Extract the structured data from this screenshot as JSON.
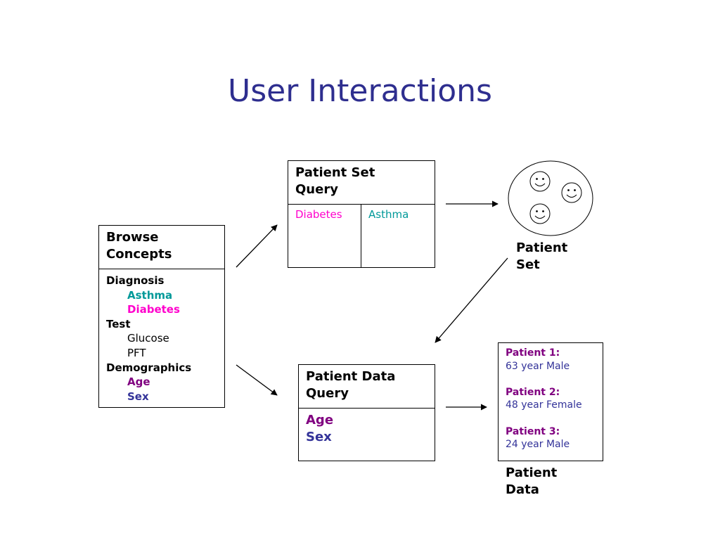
{
  "title": "User Interactions",
  "colors": {
    "title": "#2e2e8f",
    "asthma": "#009999",
    "diabetes": "#ff00cc",
    "age": "#800080",
    "sex": "#333399",
    "patient_name": "#800080",
    "patient_desc": "#333399"
  },
  "browse_concepts": {
    "heading": [
      "Browse",
      "Concepts"
    ],
    "categories": [
      {
        "label": "Diagnosis",
        "items": [
          "Asthma",
          "Diabetes"
        ]
      },
      {
        "label": "Test",
        "items": [
          "Glucose",
          "PFT"
        ]
      },
      {
        "label": "Demographics",
        "items": [
          "Age",
          "Sex"
        ]
      }
    ]
  },
  "patient_set_query": {
    "heading": [
      "Patient Set",
      "Query"
    ],
    "left_cell": "Diabetes",
    "right_cell": "Asthma"
  },
  "patient_data_query": {
    "heading": [
      "Patient Data",
      "Query"
    ],
    "fields": [
      "Age",
      "Sex"
    ]
  },
  "patient_set": {
    "caption": [
      "Patient",
      "Set"
    ],
    "icon": "smiley-face-icon"
  },
  "patient_data": {
    "caption": [
      "Patient",
      "Data"
    ],
    "patients": [
      {
        "name": "Patient 1:",
        "desc": "63 year Male"
      },
      {
        "name": "Patient 2:",
        "desc": "48 year Female"
      },
      {
        "name": "Patient 3:",
        "desc": "24 year Male"
      }
    ]
  }
}
